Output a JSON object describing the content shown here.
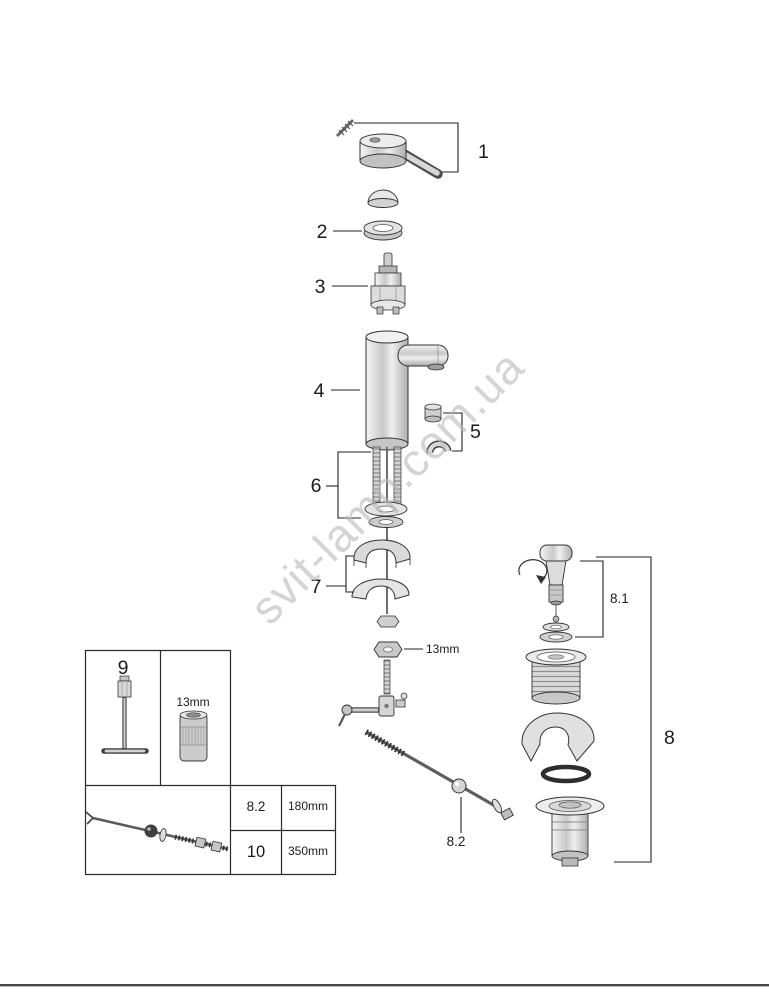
{
  "watermark": {
    "text": "svit-lamp.com.ua"
  },
  "callouts": {
    "handle": "1",
    "cap_ring": "2",
    "cartridge": "3",
    "body": "4",
    "aerator": "5",
    "mounting_studs": "6",
    "mounting_clamps": "7",
    "drain_assembly": "8",
    "drain_plug": "8.1",
    "drain_rod": "8.2",
    "service_tool": "9",
    "extension_rod": "10"
  },
  "annotations": {
    "wrench_size": "13mm"
  },
  "legend": {
    "socket_size": "13mm",
    "rows": [
      {
        "ref": "8.2",
        "length": "180mm"
      },
      {
        "ref": "10",
        "length": "350mm"
      }
    ]
  },
  "colors": {
    "line": "#222222",
    "watermark": "#b9b9b9",
    "background": "#ffffff",
    "rule": "#474747"
  }
}
